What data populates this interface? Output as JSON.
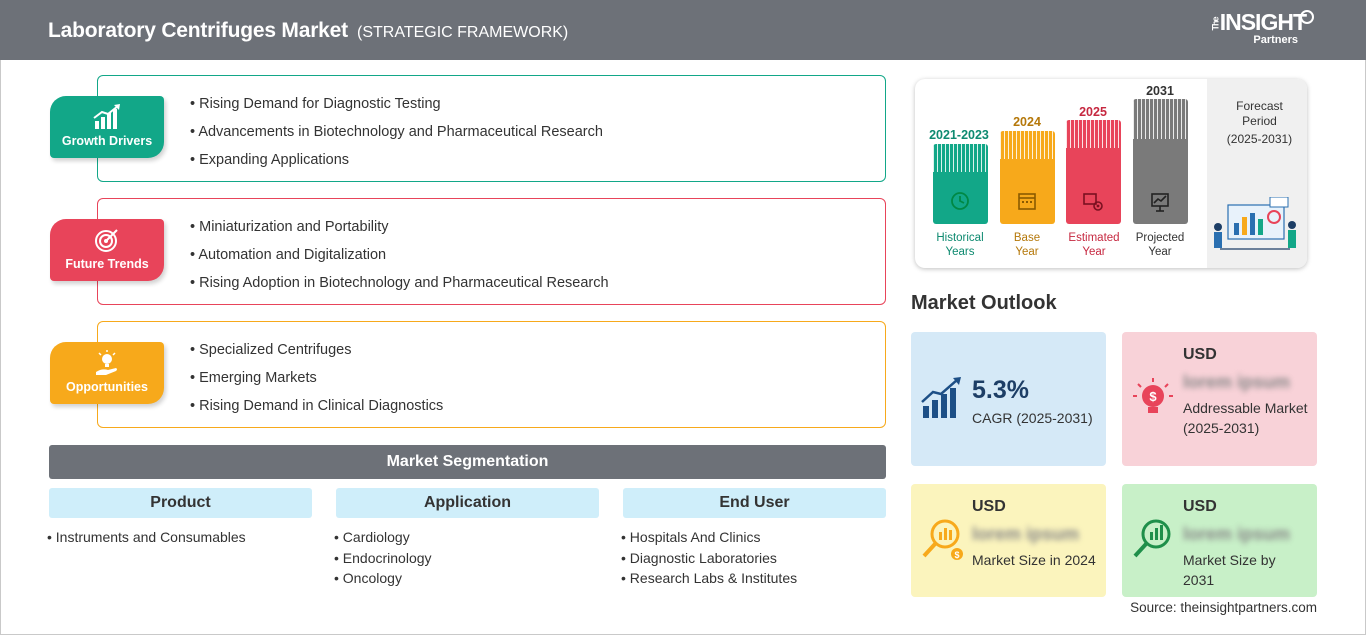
{
  "header": {
    "title": "Laboratory Centrifuges Market",
    "subtitle": "(STRATEGIC FRAMEWORK)",
    "logo_the": "The",
    "logo_main": "INSIGHT",
    "logo_sub": "Partners"
  },
  "categories": [
    {
      "label": "Growth Drivers",
      "icon": "growth-chart-icon",
      "color": "#12a788",
      "items": [
        "Rising Demand for Diagnostic Testing",
        "Advancements in Biotechnology and Pharmaceutical Research",
        "Expanding Applications"
      ]
    },
    {
      "label": "Future Trends",
      "icon": "target-icon",
      "color": "#e8445a",
      "items": [
        "Miniaturization and Portability",
        "Automation and Digitalization",
        "Rising Adoption in Biotechnology and Pharmaceutical Research"
      ]
    },
    {
      "label": "Opportunities",
      "icon": "lightbulb-hand-icon",
      "color": "#f7a91b",
      "items": [
        "Specialized Centrifuges",
        "Emerging Markets",
        "Rising Demand in Clinical Diagnostics"
      ]
    }
  ],
  "segmentation": {
    "title": "Market Segmentation",
    "columns": [
      {
        "heading": "Product",
        "items": [
          "Instruments and Consumables"
        ]
      },
      {
        "heading": "Application",
        "items": [
          "Cardiology",
          "Endocrinology",
          "Oncology"
        ]
      },
      {
        "heading": "End User",
        "items": [
          "Hospitals And Clinics",
          "Diagnostic Laboratories",
          "Research Labs & Institutes"
        ]
      }
    ]
  },
  "timeline": {
    "columns": [
      {
        "year": "2021-2023",
        "caption_1": "Historical",
        "caption_2": "Years",
        "color": "#12a788",
        "icon": "clock-history-icon"
      },
      {
        "year": "2024",
        "caption_1": "Base",
        "caption_2": "Year",
        "color": "#f7a91b",
        "icon": "calendar-icon"
      },
      {
        "year": "2025",
        "caption_1": "Estimated",
        "caption_2": "Year",
        "color": "#e8445a",
        "icon": "estimate-gear-icon"
      },
      {
        "year": "2031",
        "caption_1": "Projected",
        "caption_2": "Year",
        "color": "#7a7a7a",
        "icon": "projection-board-icon"
      }
    ],
    "forecast": {
      "line1": "Forecast",
      "line2": "Period",
      "line3": "(2025-2031)"
    },
    "year_colors": [
      "#0e8a70",
      "#b5780a",
      "#c62840",
      "#333333"
    ]
  },
  "outlook": {
    "title": "Market Outlook",
    "cards": [
      {
        "kind": "cagr",
        "value": "5.3%",
        "desc": "CAGR (2025-2031)",
        "bg": "#d5e9f7",
        "icon": "bar-growth-icon"
      },
      {
        "kind": "usd",
        "usd": "USD",
        "blurred": "lorem ipsum",
        "desc": "Addressable Market (2025-2031)",
        "bg": "#f8d2d8",
        "icon": "idea-dollar-icon"
      },
      {
        "kind": "usd",
        "usd": "USD",
        "blurred": "lorem ipsum",
        "desc": "Market Size in 2024",
        "bg": "#fbf4bd",
        "icon": "magnifier-chart-icon"
      },
      {
        "kind": "usd",
        "usd": "USD",
        "blurred": "lorem ipsum",
        "desc": "Market Size by 2031",
        "bg": "#c8f0c8",
        "icon": "magnifier-growth-icon"
      }
    ]
  },
  "source": "Source: theinsightpartners.com"
}
